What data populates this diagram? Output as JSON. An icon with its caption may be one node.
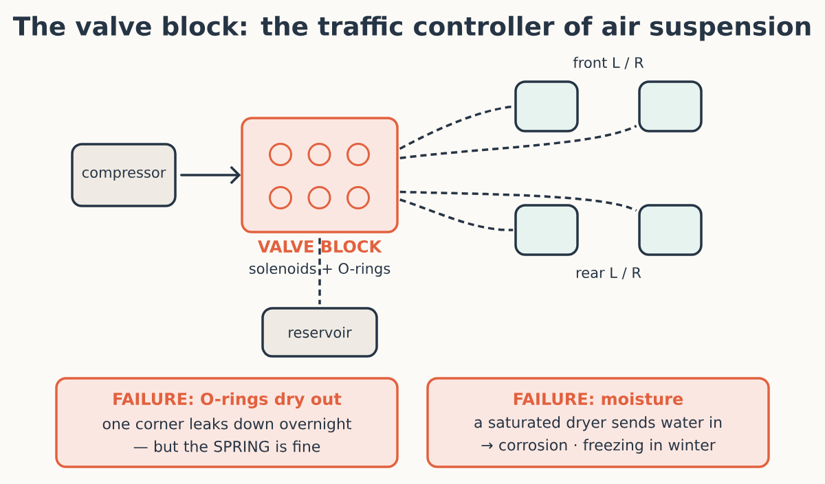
{
  "diagram": {
    "title": "The valve block: the traffic controller of air suspension",
    "nodes": [
      {
        "text": [
          "compressor"
        ]
      },
      {
        "text": [
          "VALVE BLOCK",
          "solenoids + O-rings"
        ]
      },
      {
        "text": [
          "reservoir"
        ]
      },
      {
        "text": [],
        "shape": "box"
      },
      {
        "text": [],
        "shape": "box"
      },
      {
        "text": [],
        "shape": "box"
      },
      {
        "text": [],
        "shape": "box"
      },
      {
        "text": [
          "FAILURE: O-rings dry out",
          "one corner leaks down overnight — but the SPRING is fine"
        ]
      },
      {
        "text": [
          "FAILURE: moisture",
          "a saturated dryer sends water in → corrosion · freezing in winter"
        ]
      }
    ],
    "edges": [
      {
        "from": 0,
        "to": 1,
        "arrow": "to"
      },
      {
        "from": 1,
        "to": 2,
        "arrow": "none",
        "style": "dashed"
      },
      {
        "from": 1,
        "to": 3,
        "arrow": "none",
        "style": "dashed"
      },
      {
        "from": 1,
        "to": 4,
        "arrow": "none",
        "style": "dashed"
      },
      {
        "from": 1,
        "to": 5,
        "arrow": "none",
        "style": "dashed"
      },
      {
        "from": 1,
        "to": 6,
        "arrow": "none",
        "style": "dashed"
      }
    ],
    "labels": [
      "front L / R",
      "rear L / R"
    ]
  }
}
